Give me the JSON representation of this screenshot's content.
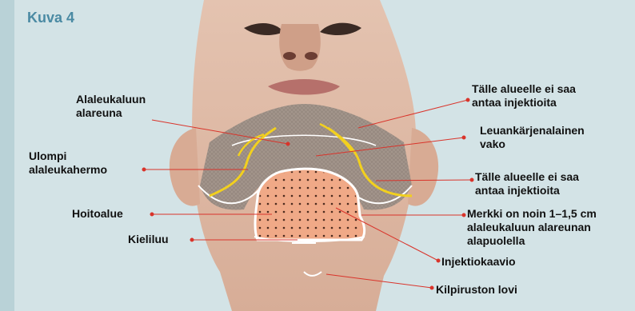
{
  "figure": {
    "title": "Kuva 4"
  },
  "labels": {
    "mandible_lower_edge_1": "Alaleukaluun",
    "mandible_lower_edge_2": "alareuna",
    "outer_mandibular_nerve_1": "Ulompi",
    "outer_mandibular_nerve_2": "alaleukahermo",
    "treatment_area": "Hoitoalue",
    "hyoid_bone": "Kieliluu",
    "no_injection_top_1": "Tälle alueelle ei saa",
    "no_injection_top_2": "antaa injektioita",
    "submental_crease_1": "Leuankärjenalainen",
    "submental_crease_2": "vako",
    "no_injection_bottom_1": "Tälle alueelle ei saa",
    "no_injection_bottom_2": "antaa injektioita",
    "marker_note_1": "Merkki on noin 1–1,5 cm",
    "marker_note_2": "alaleukaluun alareunan",
    "marker_note_3": "alapuolella",
    "injection_pattern": "Injektiokaavio",
    "thyroid_notch": "Kilpiruston lovi"
  },
  "colors": {
    "background": "#d3e3e6",
    "accent_title": "#4a8aa3",
    "leader_line": "#d9342b",
    "treatment_fill": "#f0a987",
    "nerve": "#f2d01e",
    "no_injection_zone": "#8f847c"
  }
}
